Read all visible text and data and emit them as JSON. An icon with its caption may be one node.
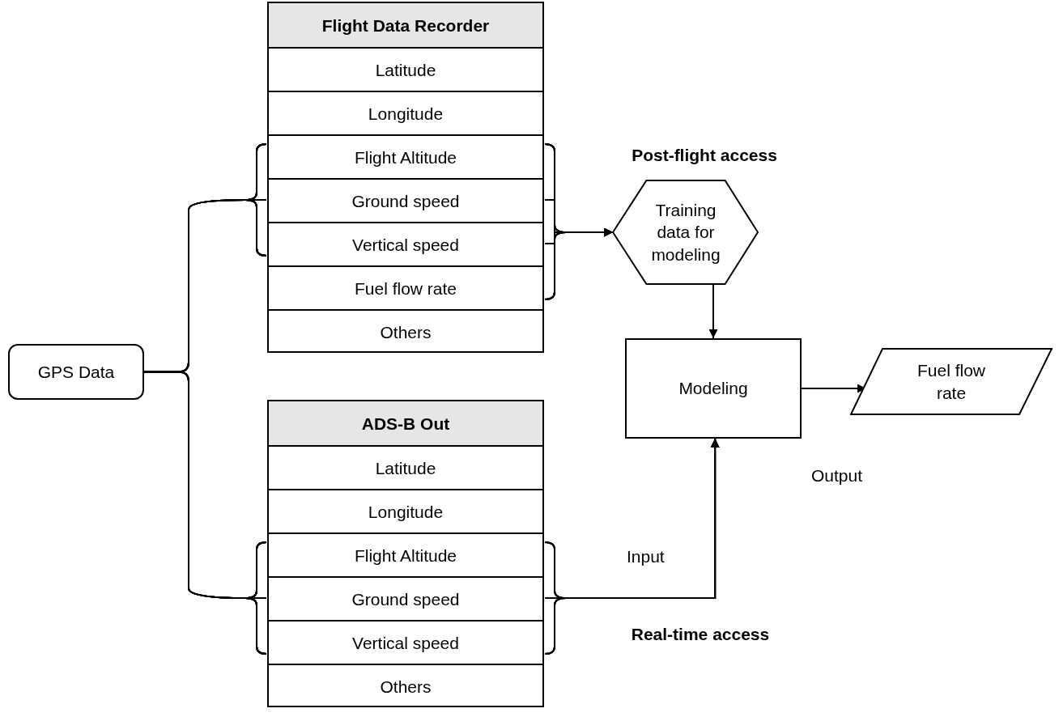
{
  "diagram": {
    "nodes": [
      {
        "text": [
          "GPS Data"
        ]
      },
      {
        "text": [
          "Flight Data Recorder"
        ]
      },
      {
        "text": [
          "Latitude"
        ],
        "in": 1
      },
      {
        "text": [
          "Longitude"
        ],
        "in": 1
      },
      {
        "text": [
          "Flight Altitude"
        ],
        "in": 1
      },
      {
        "text": [
          "Ground speed"
        ],
        "in": 1
      },
      {
        "text": [
          "Vertical speed"
        ],
        "in": 1
      },
      {
        "text": [
          "Fuel flow rate"
        ],
        "in": 1
      },
      {
        "text": [
          "Others"
        ],
        "in": 1
      },
      {
        "text": [
          "ADS-B Out"
        ]
      },
      {
        "text": [
          "Latitude"
        ],
        "in": 9
      },
      {
        "text": [
          "Longitude"
        ],
        "in": 9
      },
      {
        "text": [
          "Flight Altitude"
        ],
        "in": 9
      },
      {
        "text": [
          "Ground speed"
        ],
        "in": 9
      },
      {
        "text": [
          "Vertical speed"
        ],
        "in": 9
      },
      {
        "text": [
          "Others"
        ],
        "in": 9
      },
      {
        "text": [
          "Training data for modeling"
        ]
      },
      {
        "text": [
          "Modeling"
        ]
      },
      {
        "text": [
          "Fuel flow rate"
        ]
      }
    ],
    "edges": [
      {
        "from": 0,
        "to": 4,
        "arrow": "none"
      },
      {
        "from": 0,
        "to": 5,
        "arrow": "none"
      },
      {
        "from": 0,
        "to": 6,
        "arrow": "none"
      },
      {
        "from": 0,
        "to": 12,
        "arrow": "none"
      },
      {
        "from": 0,
        "to": 13,
        "arrow": "none"
      },
      {
        "from": 0,
        "to": 14,
        "arrow": "none"
      },
      {
        "from": 4,
        "to": 16,
        "arrow": "to"
      },
      {
        "from": 5,
        "to": 16,
        "arrow": "to"
      },
      {
        "from": 6,
        "to": 16,
        "arrow": "to"
      },
      {
        "from": 7,
        "to": 16,
        "arrow": "to"
      },
      {
        "from": 12,
        "to": 17,
        "arrow": "to",
        "label": "Input"
      },
      {
        "from": 13,
        "to": 17,
        "arrow": "to"
      },
      {
        "from": 14,
        "to": 17,
        "arrow": "to"
      },
      {
        "from": 16,
        "to": 17,
        "arrow": "to"
      },
      {
        "from": 17,
        "to": 18,
        "arrow": "to",
        "label": "Output"
      }
    ],
    "labels": [
      "Post-flight access",
      "Real-time access"
    ]
  }
}
